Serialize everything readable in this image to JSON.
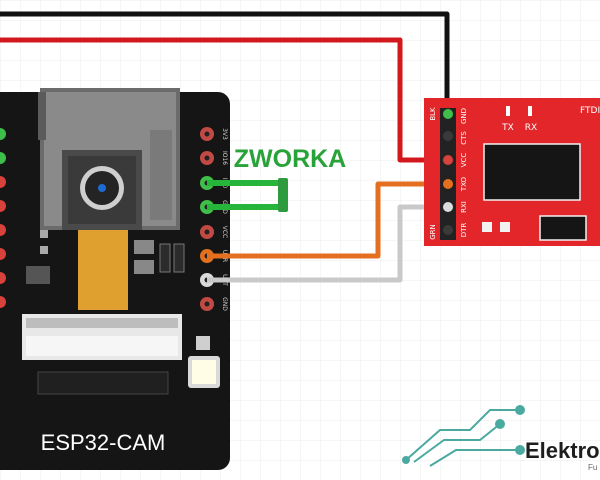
{
  "board": {
    "name": "ESP32-CAM",
    "pins_right": [
      "3V3",
      "IO16",
      "IO0",
      "GND",
      "VCC",
      "U0R",
      "U0T",
      "GND"
    ]
  },
  "jumper_label": "ZWORKA",
  "ftdi": {
    "name": "FTDI",
    "pins_top": [
      "BLK",
      "CTS",
      "VCC",
      "TXO",
      "RXI",
      "DTR",
      "GRN"
    ],
    "pins_top2": [
      "GND"
    ],
    "leds": [
      "TX",
      "RX"
    ]
  },
  "logo": {
    "text": "Elektro",
    "subtext": "Fu"
  },
  "colors": {
    "board": "#151515",
    "ftdi": "#e3262a",
    "wire_red": "#d2181d",
    "wire_black": "#111111",
    "wire_green": "#26b43b",
    "wire_orange": "#e46f1e",
    "wire_white": "#c9c9c9",
    "jumper_text": "#2aa23a",
    "grid": "#ececec"
  }
}
